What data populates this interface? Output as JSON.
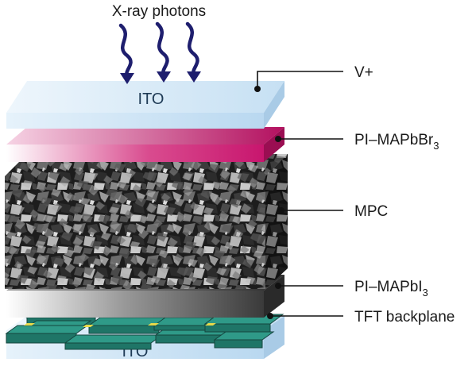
{
  "diagram": {
    "title": "X-ray photons",
    "colors": {
      "ito": "#cfe6f7",
      "pi_mapbbr3": "#c8166e",
      "mpc": "#1c1c1c",
      "pi_mapbi3": "#4a4a4a",
      "tft": "#2a8a7a",
      "pixel": "#e8d94a",
      "arrow": "#1e1e6e"
    },
    "layers": {
      "ito_top": {
        "label": "ITO"
      },
      "ito_bottom": {
        "label": "ITO"
      }
    },
    "callouts": {
      "v_plus": "V+",
      "pi_mapbbr3": {
        "base": "PI–MAPbBr",
        "sub": "3"
      },
      "mpc": "MPC",
      "pi_mapbi3": {
        "base": "PI–MAPbI",
        "sub": "3"
      },
      "tft": "TFT backplane"
    }
  }
}
